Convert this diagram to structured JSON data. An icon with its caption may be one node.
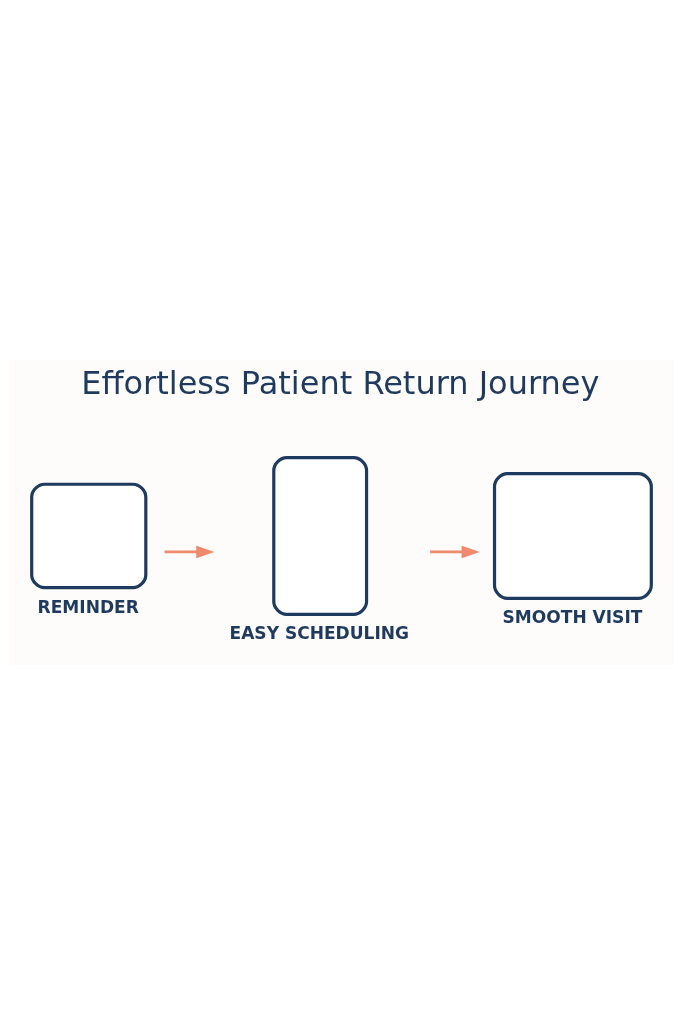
{
  "diagram": {
    "title": "Effortless Patient Return Journey",
    "nodes": [
      {
        "text": [
          "REMINDER"
        ]
      },
      {
        "text": [
          "EASY SCHEDULING"
        ]
      },
      {
        "text": [
          "SMOOTH VISIT"
        ]
      }
    ],
    "edges": [
      {
        "from": 0,
        "to": 1,
        "arrow": "to"
      },
      {
        "from": 1,
        "to": 2,
        "arrow": "to"
      }
    ]
  }
}
